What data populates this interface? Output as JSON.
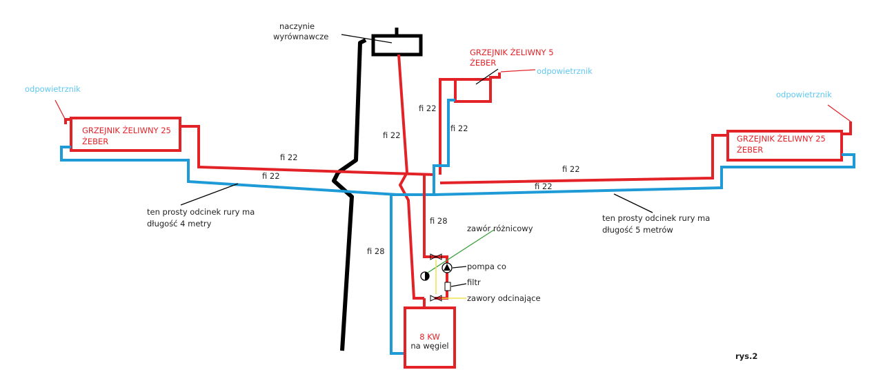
{
  "colors": {
    "supply": "#e32228",
    "return": "#1e9bd7",
    "vent": "#5ec8f0",
    "chimney": "#000000"
  },
  "labels": {
    "expansion_tank": [
      "naczynie",
      "wyrównawcze"
    ],
    "radiator_left": [
      "GRZEJNIK ŻELIWNY 25",
      "ŻEBER"
    ],
    "radiator_top": [
      "GRZEJNIK ŻELIWNY 5",
      "ŻEBER"
    ],
    "radiator_right": [
      "GRZEJNIK ŻELIWNY 25",
      "ŻEBER"
    ],
    "vent_left": "odpowietrznik",
    "vent_top": "odpowietrznik",
    "vent_right": "odpowietrznik",
    "fi22_left_supply": "fi 22",
    "fi22_left_return": "fi 22",
    "fi22_riser": "fi 22",
    "fi22_top_supply": "fi 22",
    "fi22_top_return": "fi 22",
    "fi22_right_supply": "fi 22",
    "fi22_right_return": "fi 22",
    "fi28_supply": "fi 28",
    "fi28_return": "fi 28",
    "note_left": [
      "ten prosty odcinek rury ma",
      "długość 4 metry"
    ],
    "note_right": [
      "ten prosty odcinek rury ma",
      "długość 5 metrów"
    ],
    "diff_valve": "zawór różnicowy",
    "pump": "pompa co",
    "filter": "filtr",
    "shutoff_valves": "zawory odcinające",
    "boiler": [
      "8 KW",
      "na węgiel"
    ],
    "figure": "rys.2"
  }
}
